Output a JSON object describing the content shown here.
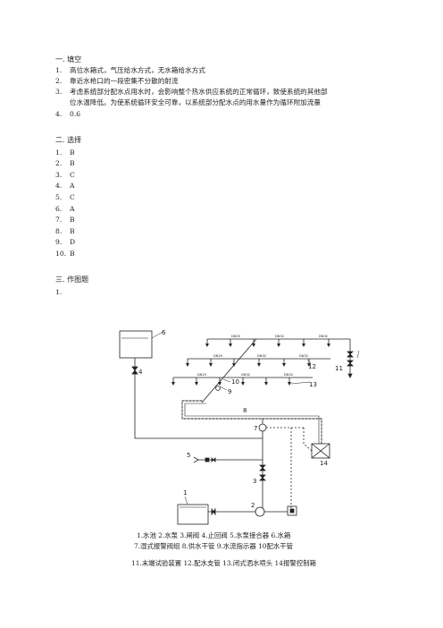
{
  "section1": {
    "title": "一. 填空",
    "items": [
      {
        "num": "1.",
        "text": "高位水箱式，气压给水方式，无水箱给水方式"
      },
      {
        "num": "2.",
        "text": "靠近水枪口的一段密集不分散的射流"
      },
      {
        "num": "3.",
        "text": "考虑系统部分配水点用水时，会影响整个热水供应系统的正常循环，致使系统的其他部"
      },
      {
        "num": "",
        "text": "位水温降低。为使系统循环安全可靠，以系统部分配水点的用水量作为循环附加流量"
      },
      {
        "num": "4.",
        "text": "0.6"
      }
    ]
  },
  "section2": {
    "title": "二. 选择",
    "items": [
      {
        "num": "1.",
        "text": "B"
      },
      {
        "num": "2.",
        "text": "B"
      },
      {
        "num": "3.",
        "text": "C"
      },
      {
        "num": "4.",
        "text": "A"
      },
      {
        "num": "5.",
        "text": "C"
      },
      {
        "num": "6.",
        "text": "A"
      },
      {
        "num": "7.",
        "text": "B"
      },
      {
        "num": "8.",
        "text": "B"
      },
      {
        "num": "9.",
        "text": "D"
      },
      {
        "num": "10.",
        "text": "B"
      }
    ]
  },
  "section3": {
    "title": "三. 作图题",
    "item_num": "1."
  },
  "diagram": {
    "labels": {
      "n1": "1",
      "n2": "2",
      "n3": "3",
      "n4": "4",
      "n5": "5",
      "n6": "6",
      "n7": "7",
      "n8": "8",
      "n9": "9",
      "n10": "10",
      "n11": "11",
      "n12": "12",
      "n13": "13",
      "n14": "14"
    },
    "pipe_labels": {
      "r1a": "DN25",
      "r1b": "DN32",
      "r1c": "DN32",
      "r2a": "DN25",
      "r2b": "DN32",
      "r2c": "DN32",
      "r3a": "DN25",
      "r3b": "DN32",
      "r3c": "DN32"
    },
    "colors": {
      "line": "#222222"
    }
  },
  "legend": {
    "line1": "1.水池 2.水泵 3.闸阀 4.止回阀 5.水泵接合器 6.水箱",
    "line2": "7.湿式报警阀组 8.供水干管 9.水流指示器   10配水干管",
    "line3": "11.末端试验装置 12.配水支管 13.闭式洒水喷头 14报警控制箱"
  }
}
